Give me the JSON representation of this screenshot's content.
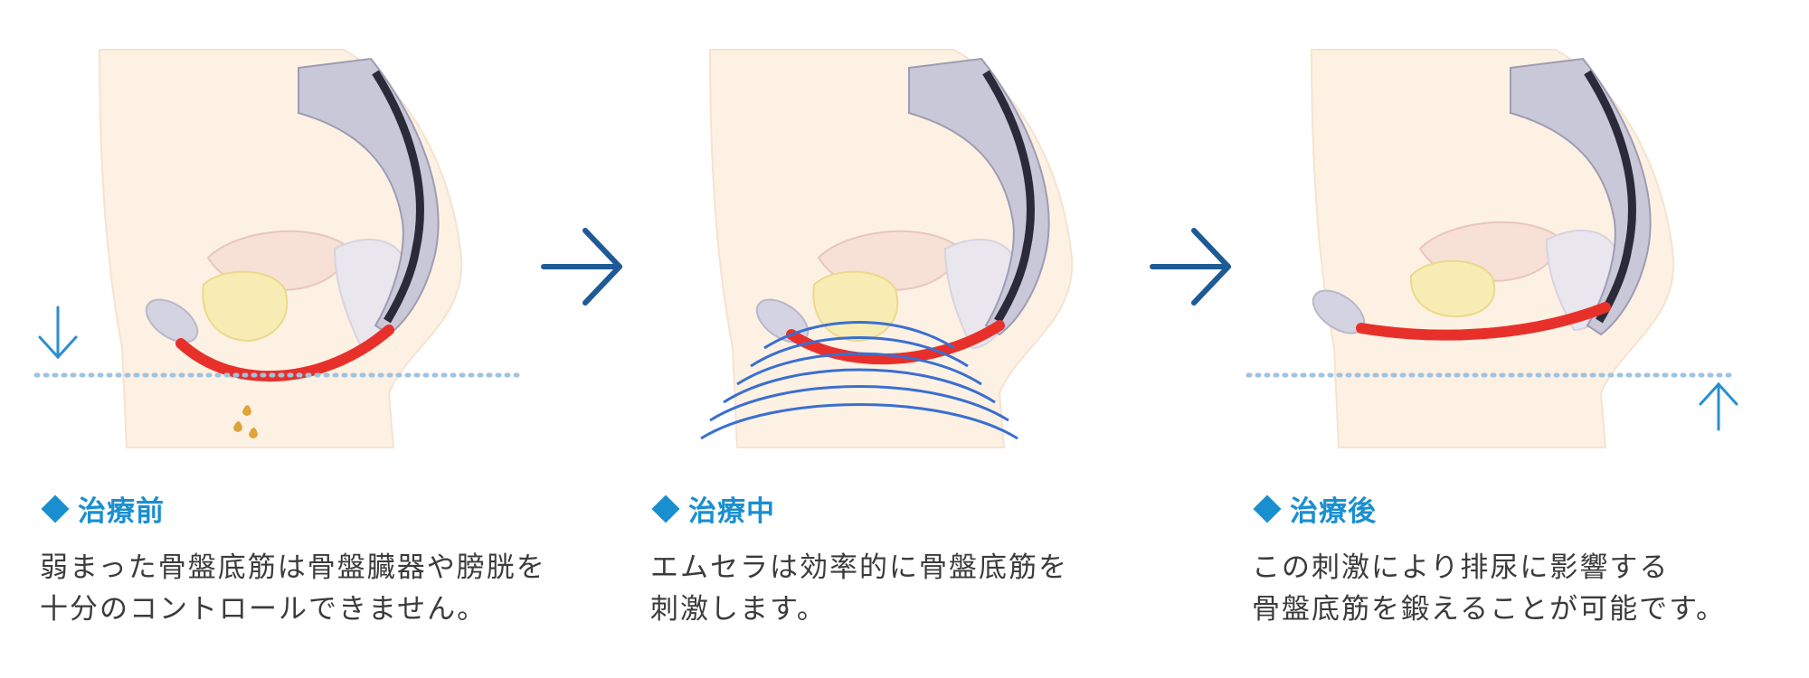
{
  "colors": {
    "accent": "#1a8fd0",
    "arrow": "#1e5a96",
    "muscle": "#e8302b",
    "skin": "#fdf1e4",
    "bone": "#c9c8d8",
    "wave": "#3a6fd0",
    "urine": "#e0a23a"
  },
  "icons": {
    "next_arrow": "arrow-right-icon",
    "down_arrow": "arrow-down-icon",
    "up_arrow": "arrow-up-icon",
    "bullet": "diamond-icon"
  },
  "panels": [
    {
      "title": "治療前",
      "lines": [
        "弱まった骨盤底筋は骨盤臓器や膀胱を",
        "十分のコントロールできません。"
      ]
    },
    {
      "title": "治療中",
      "lines": [
        "エムセラは効率的に骨盤底筋を",
        "刺激します。"
      ]
    },
    {
      "title": "治療後",
      "lines": [
        "この刺激により排尿に影響する",
        "骨盤底筋を鍛えることが可能です。"
      ]
    }
  ]
}
